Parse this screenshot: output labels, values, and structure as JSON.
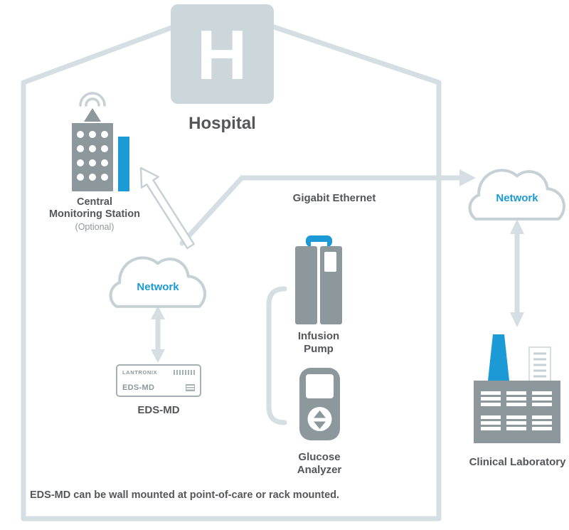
{
  "colors": {
    "accent_blue": "#1b9ad6",
    "line_gray": "#d5dee2",
    "icon_gray": "#8d989d",
    "text_dark": "#54565a"
  },
  "hospital": {
    "sign_letter": "H",
    "title": "Hospital"
  },
  "central_monitoring_station": {
    "label_line1": "Central",
    "label_line2": "Monitoring Station",
    "note": "(Optional)"
  },
  "network_cloud_left": {
    "label": "Network"
  },
  "network_cloud_right": {
    "label": "Network"
  },
  "gigabit_ethernet": {
    "label": "Gigabit Ethernet"
  },
  "eds_md": {
    "brand": "LANTRONIX",
    "device_label": "EDS-MD",
    "caption": "EDS-MD"
  },
  "infusion_pump": {
    "label_line1": "Infusion",
    "label_line2": "Pump"
  },
  "glucose_analyzer": {
    "label_line1": "Glucose",
    "label_line2": "Analyzer"
  },
  "clinical_laboratory": {
    "label": "Clinical Laboratory"
  },
  "footnote": "EDS-MD can be wall mounted at point-of-care or rack mounted."
}
